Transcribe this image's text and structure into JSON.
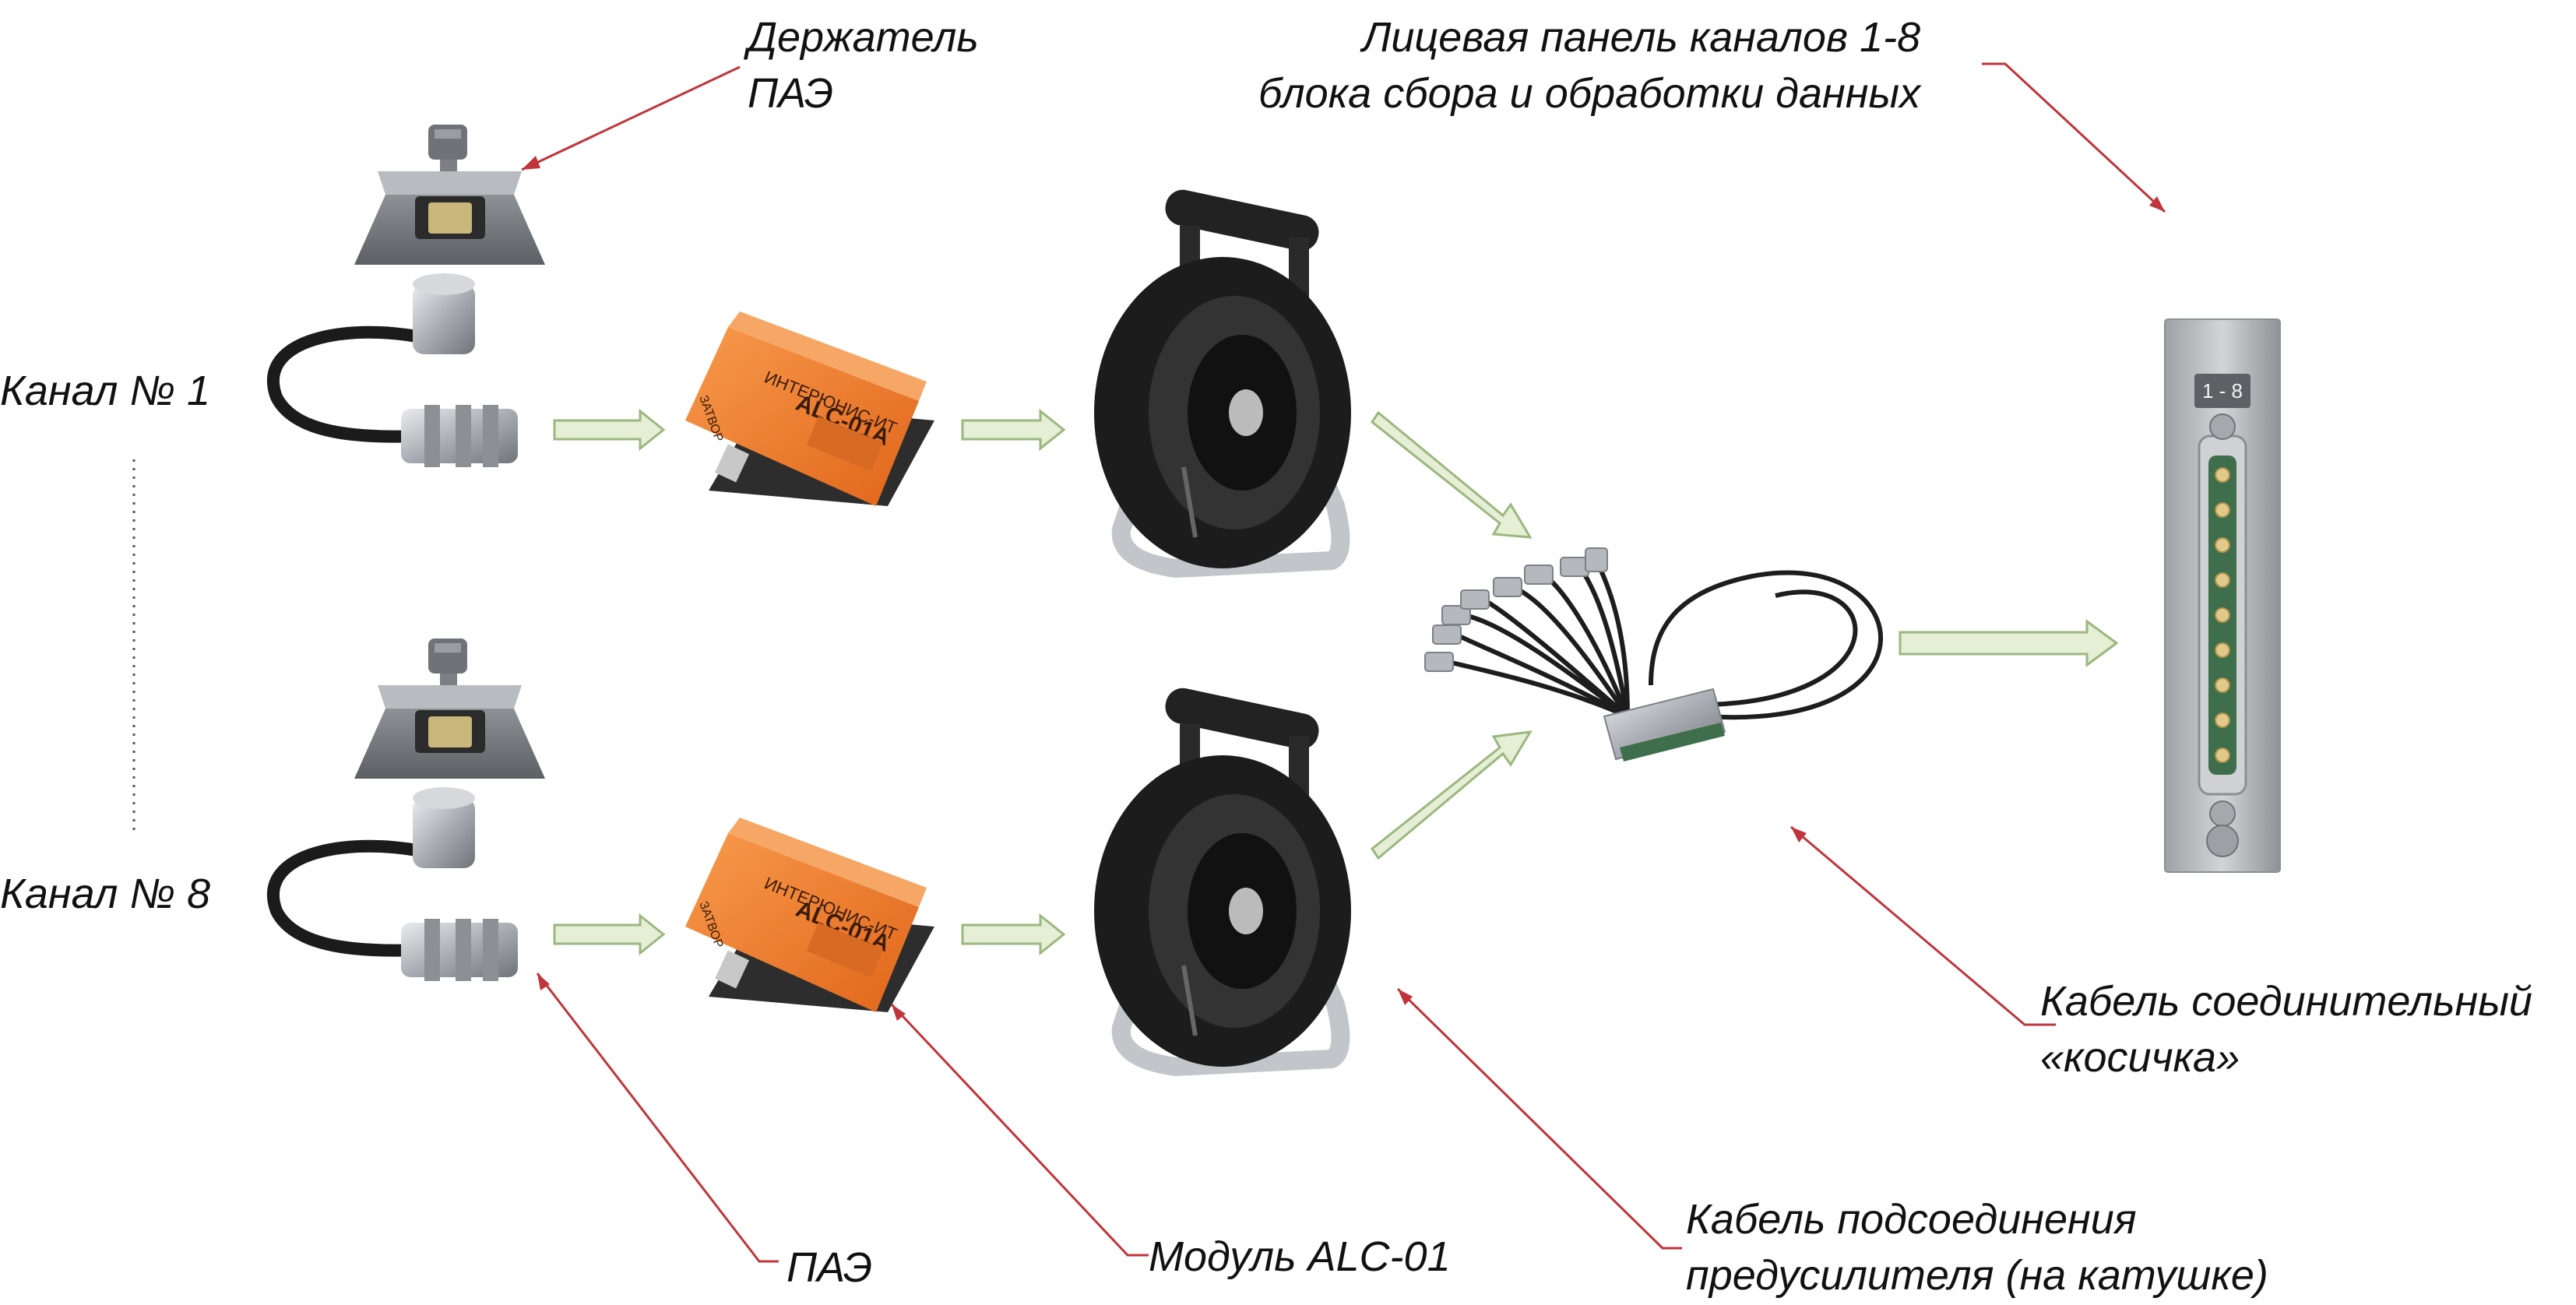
{
  "labels": {
    "holder": [
      "Держатель",
      "ПАЭ"
    ],
    "front_panel": [
      "Лицевая панель каналов 1-8",
      "блока сбора и обработки данных"
    ],
    "channel_1": "Канал № 1",
    "channel_8": "Канал № 8",
    "pigtail_cable": [
      "Кабель соединительный",
      "«косичка»"
    ],
    "pae": "ПАЭ",
    "module": "Модуль ALC-01",
    "preamp_cable": [
      "Кабель подсоединения",
      "предусилителя (на катушке)"
    ]
  },
  "devices": {
    "module_brand": "ИНТЕРЮНИС-ИТ",
    "module_model": "ALC-01A",
    "module_side": "ЗАТВОР",
    "panel_tag": "1 - 8"
  },
  "colors": {
    "arrow_fill": "#e4efd6",
    "arrow_stroke": "#9bb77e",
    "leader": "#c0343a",
    "module_orange": "#f07e2a",
    "reel_black": "#1c1c1c",
    "frame_silver": "#c2c5ca",
    "panel_gray": "#b8babd",
    "pin_green": "#3f6e4c"
  }
}
